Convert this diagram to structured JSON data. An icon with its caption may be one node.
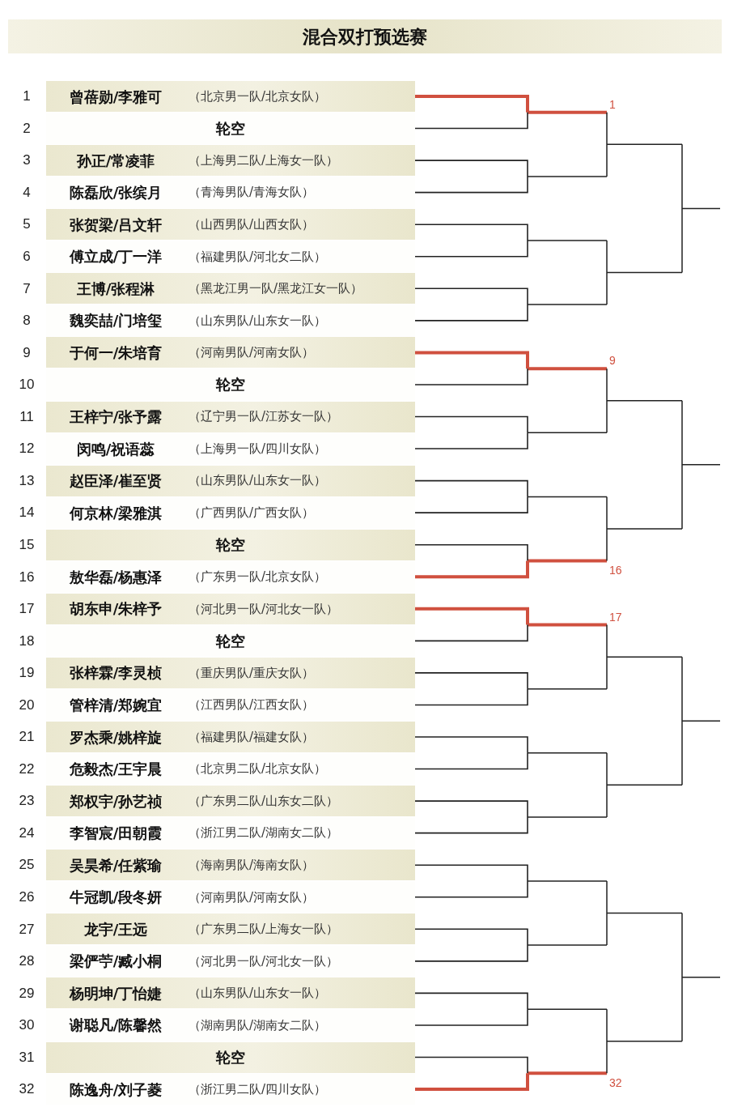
{
  "diagram": {
    "title": "混合双打预选赛",
    "nodes": [
      {
        "text": [
          "1",
          "曾蓓勋/李雅可",
          "（北京男一队/北京女队）"
        ]
      },
      {
        "text": [
          "2",
          "轮空"
        ]
      },
      {
        "text": [
          "3",
          "孙正/常凌菲",
          "（上海男二队/上海女一队）"
        ]
      },
      {
        "text": [
          "4",
          "陈磊欣/张缤月",
          "（青海男队/青海女队）"
        ]
      },
      {
        "text": [
          "5",
          "张贺梁/吕文轩",
          "（山西男队/山西女队）"
        ]
      },
      {
        "text": [
          "6",
          "傅立成/丁一洋",
          "（福建男队/河北女二队）"
        ]
      },
      {
        "text": [
          "7",
          "王博/张程淋",
          "（黑龙江男一队/黑龙江女一队）"
        ]
      },
      {
        "text": [
          "8",
          "魏奕喆/门培玺",
          "（山东男队/山东女一队）"
        ]
      },
      {
        "text": [
          "9",
          "于何一/朱培育",
          "（河南男队/河南女队）"
        ]
      },
      {
        "text": [
          "10",
          "轮空"
        ]
      },
      {
        "text": [
          "11",
          "王梓宁/张予露",
          "（辽宁男一队/江苏女一队）"
        ]
      },
      {
        "text": [
          "12",
          "闵鸣/祝语蕊",
          "（上海男一队/四川女队）"
        ]
      },
      {
        "text": [
          "13",
          "赵臣泽/崔至贤",
          "（山东男队/山东女一队）"
        ]
      },
      {
        "text": [
          "14",
          "何京林/梁雅淇",
          "（广西男队/广西女队）"
        ]
      },
      {
        "text": [
          "15",
          "轮空"
        ]
      },
      {
        "text": [
          "16",
          "敖华磊/杨惠泽",
          "（广东男一队/北京女队）"
        ]
      },
      {
        "text": [
          "17",
          "胡东申/朱梓予",
          "（河北男一队/河北女一队）"
        ]
      },
      {
        "text": [
          "18",
          "轮空"
        ]
      },
      {
        "text": [
          "19",
          "张梓霖/李灵桢",
          "（重庆男队/重庆女队）"
        ]
      },
      {
        "text": [
          "20",
          "管梓清/郑婉宜",
          "（江西男队/江西女队）"
        ]
      },
      {
        "text": [
          "21",
          "罗杰乘/姚梓旋",
          "（福建男队/福建女队）"
        ]
      },
      {
        "text": [
          "22",
          "危毅杰/王宇晨",
          "（北京男二队/北京女队）"
        ]
      },
      {
        "text": [
          "23",
          "郑权宇/孙艺祯",
          "（广东男二队/山东女二队）"
        ]
      },
      {
        "text": [
          "24",
          "李智宸/田朝霞",
          "（浙江男二队/湖南女二队）"
        ]
      },
      {
        "text": [
          "25",
          "吴昊希/任紫瑜",
          "（海南男队/海南女队）"
        ]
      },
      {
        "text": [
          "26",
          "牛冠凯/段冬妍",
          "（河南男队/河南女队）"
        ]
      },
      {
        "text": [
          "27",
          "龙宇/王远",
          "（广东男二队/上海女一队）"
        ]
      },
      {
        "text": [
          "28",
          "梁俨苧/臧小桐",
          "（河北男一队/河北女一队）"
        ]
      },
      {
        "text": [
          "29",
          "杨明坤/丁怡婕",
          "（山东男队/山东女一队）"
        ]
      },
      {
        "text": [
          "30",
          "谢聪凡/陈馨然",
          "（湖南男队/湖南女二队）"
        ]
      },
      {
        "text": [
          "31",
          "轮空"
        ]
      },
      {
        "text": [
          "32",
          "陈逸舟/刘子菱",
          "（浙江男二队/四川女队）"
        ]
      }
    ],
    "edges": [
      {
        "from": 0,
        "to": null,
        "arrow": "none",
        "style": "thick",
        "color": "#d0503f"
      },
      {
        "from": 1,
        "to": null,
        "arrow": "none"
      },
      {
        "from": 2,
        "to": null,
        "arrow": "none"
      },
      {
        "from": 3,
        "to": null,
        "arrow": "none"
      },
      {
        "from": 4,
        "to": null,
        "arrow": "none"
      },
      {
        "from": 5,
        "to": null,
        "arrow": "none"
      },
      {
        "from": 6,
        "to": null,
        "arrow": "none"
      },
      {
        "from": 7,
        "to": null,
        "arrow": "none"
      },
      {
        "from": 8,
        "to": null,
        "arrow": "none",
        "style": "thick",
        "color": "#d0503f"
      },
      {
        "from": 9,
        "to": null,
        "arrow": "none"
      },
      {
        "from": 10,
        "to": null,
        "arrow": "none"
      },
      {
        "from": 11,
        "to": null,
        "arrow": "none"
      },
      {
        "from": 12,
        "to": null,
        "arrow": "none"
      },
      {
        "from": 13,
        "to": null,
        "arrow": "none"
      },
      {
        "from": 14,
        "to": null,
        "arrow": "none"
      },
      {
        "from": 15,
        "to": null,
        "arrow": "none",
        "style": "thick",
        "color": "#d0503f"
      },
      {
        "from": 16,
        "to": null,
        "arrow": "none",
        "style": "thick",
        "color": "#d0503f"
      },
      {
        "from": 17,
        "to": null,
        "arrow": "none"
      },
      {
        "from": 18,
        "to": null,
        "arrow": "none"
      },
      {
        "from": 19,
        "to": null,
        "arrow": "none"
      },
      {
        "from": 20,
        "to": null,
        "arrow": "none"
      },
      {
        "from": 21,
        "to": null,
        "arrow": "none"
      },
      {
        "from": 22,
        "to": null,
        "arrow": "none"
      },
      {
        "from": 23,
        "to": null,
        "arrow": "none"
      },
      {
        "from": 24,
        "to": null,
        "arrow": "none"
      },
      {
        "from": 25,
        "to": null,
        "arrow": "none"
      },
      {
        "from": 26,
        "to": null,
        "arrow": "none"
      },
      {
        "from": 27,
        "to": null,
        "arrow": "none"
      },
      {
        "from": 28,
        "to": null,
        "arrow": "none"
      },
      {
        "from": 29,
        "to": null,
        "arrow": "none"
      },
      {
        "from": 30,
        "to": null,
        "arrow": "none"
      },
      {
        "from": 31,
        "to": null,
        "arrow": "none",
        "style": "thick",
        "color": "#d0503f"
      }
    ],
    "labels": [
      "1",
      "9",
      "16",
      "17",
      "32"
    ]
  }
}
